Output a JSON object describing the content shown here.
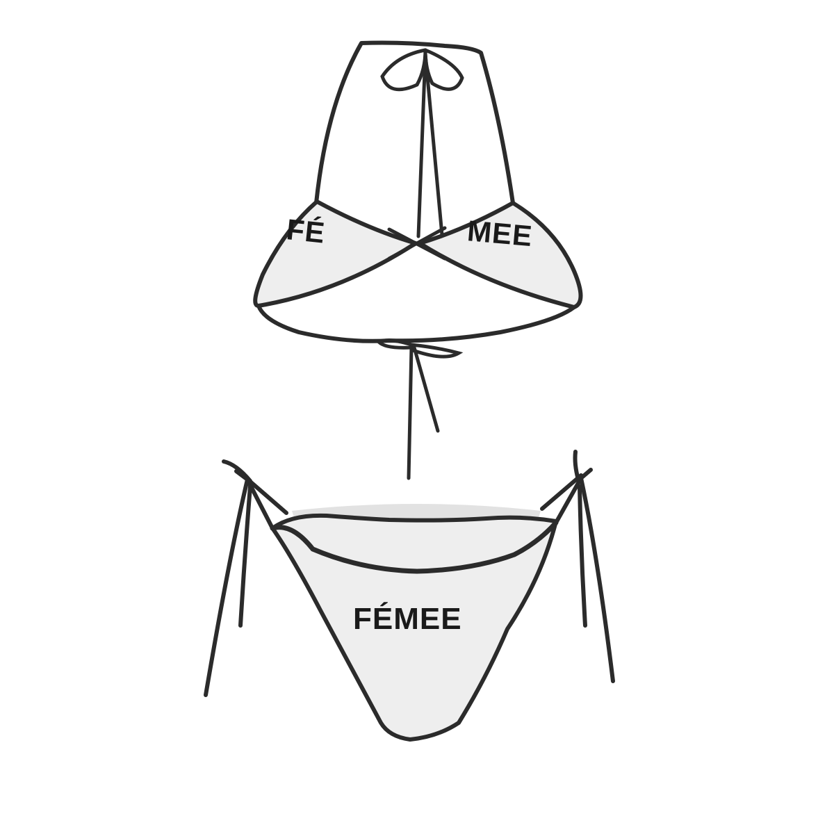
{
  "product": {
    "top": {
      "left_cup_text": "FÉ",
      "right_cup_text": "MEE"
    },
    "bottom": {
      "front_text": "FÉMEE"
    }
  },
  "colors": {
    "fabric": "#eeeeee",
    "fabric_shade": "#e2e2e2",
    "trim": "#2b2b2b",
    "print": "#1a1a1a",
    "background": "#ffffff"
  }
}
